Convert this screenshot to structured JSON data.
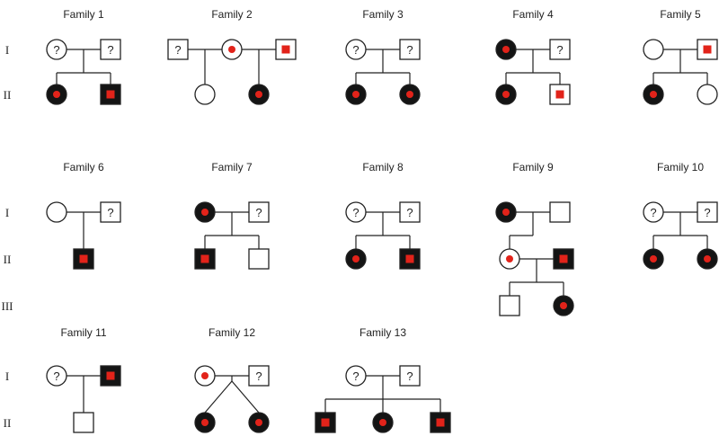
{
  "colors": {
    "affected_fill": "#141414",
    "carrier_dot": "#e2231a",
    "line": "#222222",
    "unaffected_fill": "#ffffff"
  },
  "legend_symbols": {
    "unknown": "?"
  },
  "generations": {
    "row1": [
      "I",
      "II"
    ],
    "row2": [
      "I",
      "II",
      "III"
    ],
    "row3": [
      "I",
      "II"
    ]
  },
  "families": [
    {
      "label": "Family 1",
      "parents": [
        {
          "sex": "female",
          "status": "unknown"
        },
        {
          "sex": "male",
          "status": "unknown"
        }
      ],
      "children": [
        {
          "sex": "female",
          "status": "affected"
        },
        {
          "sex": "male",
          "status": "affected"
        }
      ]
    },
    {
      "label": "Family 2",
      "parents": [
        {
          "sex": "male",
          "status": "unknown"
        },
        {
          "sex": "female",
          "status": "carrier"
        },
        {
          "sex": "male",
          "status": "carrier"
        }
      ],
      "children": [
        {
          "sex": "female",
          "status": "unaffected"
        },
        {
          "sex": "female",
          "status": "affected"
        }
      ]
    },
    {
      "label": "Family 3",
      "parents": [
        {
          "sex": "female",
          "status": "unknown"
        },
        {
          "sex": "male",
          "status": "unknown"
        }
      ],
      "children": [
        {
          "sex": "female",
          "status": "affected"
        },
        {
          "sex": "female",
          "status": "affected"
        }
      ]
    },
    {
      "label": "Family 4",
      "parents": [
        {
          "sex": "female",
          "status": "affected"
        },
        {
          "sex": "male",
          "status": "unknown"
        }
      ],
      "children": [
        {
          "sex": "female",
          "status": "affected"
        },
        {
          "sex": "male",
          "status": "carrier"
        }
      ]
    },
    {
      "label": "Family 5",
      "parents": [
        {
          "sex": "female",
          "status": "unaffected"
        },
        {
          "sex": "male",
          "status": "carrier"
        }
      ],
      "children": [
        {
          "sex": "female",
          "status": "affected"
        },
        {
          "sex": "female",
          "status": "unaffected"
        }
      ]
    },
    {
      "label": "Family 6",
      "parents": [
        {
          "sex": "female",
          "status": "unaffected"
        },
        {
          "sex": "male",
          "status": "unknown"
        }
      ],
      "children": [
        {
          "sex": "male",
          "status": "affected"
        }
      ]
    },
    {
      "label": "Family 7",
      "parents": [
        {
          "sex": "female",
          "status": "affected"
        },
        {
          "sex": "male",
          "status": "unknown"
        }
      ],
      "children": [
        {
          "sex": "male",
          "status": "affected"
        },
        {
          "sex": "male",
          "status": "unaffected"
        }
      ]
    },
    {
      "label": "Family 8",
      "parents": [
        {
          "sex": "female",
          "status": "unknown"
        },
        {
          "sex": "male",
          "status": "unknown"
        }
      ],
      "children": [
        {
          "sex": "female",
          "status": "affected"
        },
        {
          "sex": "male",
          "status": "affected"
        }
      ]
    },
    {
      "label": "Family 9",
      "parents": [
        {
          "sex": "female",
          "status": "affected"
        },
        {
          "sex": "male",
          "status": "unaffected"
        }
      ],
      "children": [
        {
          "sex": "female",
          "status": "carrier"
        },
        {
          "sex": "male",
          "status": "affected",
          "spouse": true
        }
      ],
      "grandchildren": [
        {
          "sex": "male",
          "status": "unaffected"
        },
        {
          "sex": "female",
          "status": "affected"
        }
      ]
    },
    {
      "label": "Family 10",
      "parents": [
        {
          "sex": "female",
          "status": "unknown"
        },
        {
          "sex": "male",
          "status": "unknown"
        }
      ],
      "children": [
        {
          "sex": "female",
          "status": "affected"
        },
        {
          "sex": "female",
          "status": "affected"
        }
      ]
    },
    {
      "label": "Family 11",
      "parents": [
        {
          "sex": "female",
          "status": "unknown"
        },
        {
          "sex": "male",
          "status": "affected"
        }
      ],
      "children": [
        {
          "sex": "male",
          "status": "unaffected"
        }
      ]
    },
    {
      "label": "Family 12",
      "parents": [
        {
          "sex": "female",
          "status": "carrier"
        },
        {
          "sex": "male",
          "status": "unknown"
        }
      ],
      "children": [
        {
          "sex": "female",
          "status": "affected"
        },
        {
          "sex": "female",
          "status": "affected"
        }
      ],
      "twins": true
    },
    {
      "label": "Family 13",
      "parents": [
        {
          "sex": "female",
          "status": "unknown"
        },
        {
          "sex": "male",
          "status": "unknown"
        }
      ],
      "children": [
        {
          "sex": "male",
          "status": "affected"
        },
        {
          "sex": "female",
          "status": "affected"
        },
        {
          "sex": "male",
          "status": "affected"
        }
      ]
    }
  ]
}
